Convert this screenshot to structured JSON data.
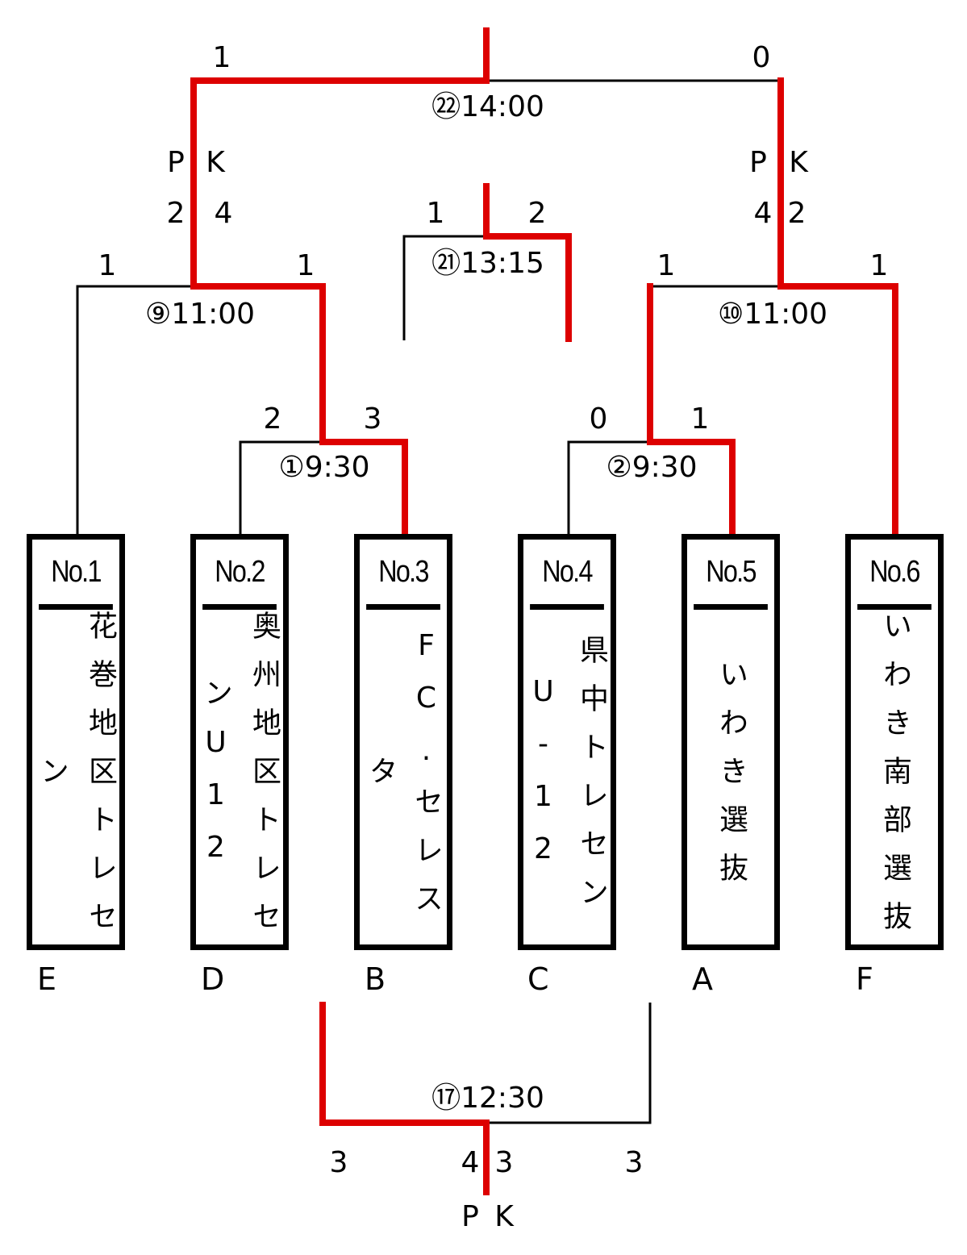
{
  "colors": {
    "winner": "#dd0000",
    "line": "#000000"
  },
  "teams": [
    {
      "no": "No.1",
      "lines": [
        "花巻地区トレセ",
        "ン"
      ],
      "letter": "E"
    },
    {
      "no": "No.2",
      "lines": [
        "奥州地区トレセ",
        "ンU12"
      ],
      "letter": "D"
    },
    {
      "no": "No.3",
      "lines": [
        "FC.セレスタ"
      ],
      "letter": "B"
    },
    {
      "no": "No.4",
      "lines": [
        "県中トレセン",
        "U-12"
      ],
      "letter": "C"
    },
    {
      "no": "No.5",
      "lines": [
        "いわき選抜"
      ],
      "letter": "A"
    },
    {
      "no": "No.6",
      "lines": [
        "いわき南部選抜"
      ],
      "letter": "F"
    }
  ],
  "matches": {
    "m1": {
      "label": "①9:30",
      "left": "2",
      "right": "3"
    },
    "m2": {
      "label": "②9:30",
      "left": "0",
      "right": "1"
    },
    "m9": {
      "label": "⑨11:00",
      "left": "1",
      "right": "1",
      "pk_label_p": "P",
      "pk_label_k": "K",
      "pk_left": "2",
      "pk_right": "4"
    },
    "m10": {
      "label": "⑩11:00",
      "left": "1",
      "right": "1",
      "pk_label_p": "P",
      "pk_label_k": "K",
      "pk_left": "4",
      "pk_right": "2"
    },
    "m21": {
      "label": "㉑13:15",
      "left": "1",
      "right": "2"
    },
    "m22": {
      "label": "㉒14:00",
      "left": "1",
      "right": "0"
    },
    "m17": {
      "label": "⑰12:30",
      "left": "3",
      "right": "3",
      "pk_left": "4",
      "pk_right": "3",
      "pk_label_p": "P",
      "pk_label_k": "K"
    }
  }
}
